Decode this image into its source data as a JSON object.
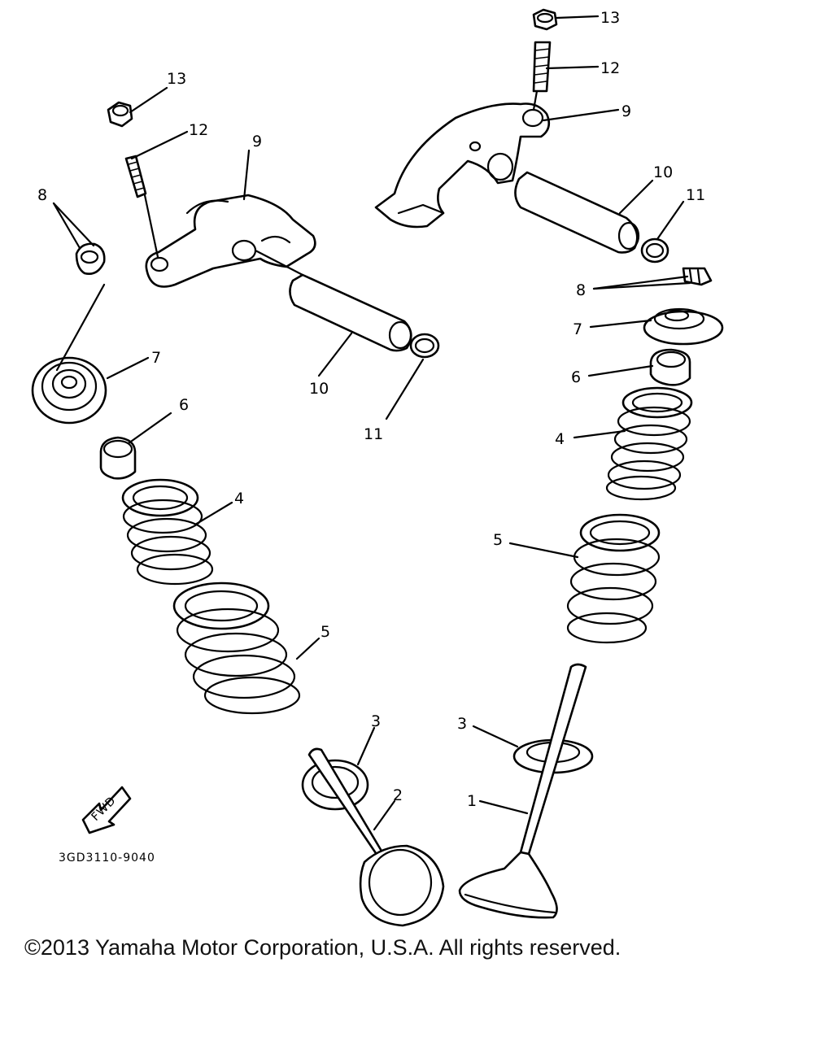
{
  "labels": {
    "l1": "1",
    "l2": "2",
    "l3a": "3",
    "l3b": "3",
    "l4a": "4",
    "l4b": "4",
    "l5a": "5",
    "l5b": "5",
    "l6a": "6",
    "l6b": "6",
    "l7a": "7",
    "l7b": "7",
    "l8a": "8",
    "l8b": "8",
    "l9a": "9",
    "l9b": "9",
    "l10a": "10",
    "l10b": "10",
    "l11a": "11",
    "l11b": "11",
    "l12a": "12",
    "l12b": "12",
    "l13a": "13",
    "l13b": "13"
  },
  "fwd_label": "FWD",
  "diagram_code": "3GD3110-9040",
  "copyright": "©2013 Yamaha Motor Corporation, U.S.A. All rights reserved."
}
